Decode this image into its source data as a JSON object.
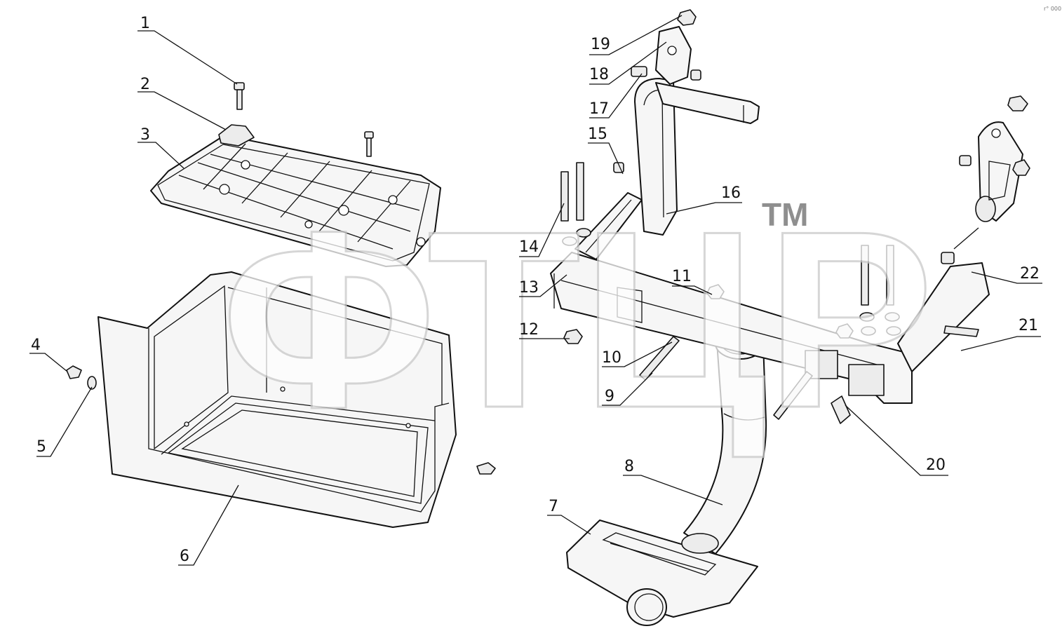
{
  "diagram": {
    "watermark": {
      "text": "ФТЦР",
      "trademark": "TM"
    },
    "corner_mark": "r° 000",
    "callouts": [
      {
        "id": "1",
        "text": "1"
      },
      {
        "id": "2",
        "text": "2"
      },
      {
        "id": "3",
        "text": "3"
      },
      {
        "id": "4",
        "text": "4"
      },
      {
        "id": "5",
        "text": "5"
      },
      {
        "id": "6",
        "text": "6"
      },
      {
        "id": "7",
        "text": "7"
      },
      {
        "id": "8",
        "text": "8"
      },
      {
        "id": "9",
        "text": "9"
      },
      {
        "id": "10",
        "text": "10"
      },
      {
        "id": "11",
        "text": "11"
      },
      {
        "id": "12",
        "text": "12"
      },
      {
        "id": "13",
        "text": "13"
      },
      {
        "id": "14",
        "text": "14"
      },
      {
        "id": "15",
        "text": "15"
      },
      {
        "id": "16",
        "text": "16"
      },
      {
        "id": "17",
        "text": "17"
      },
      {
        "id": "18",
        "text": "18"
      },
      {
        "id": "19",
        "text": "19"
      },
      {
        "id": "20",
        "text": "20"
      },
      {
        "id": "21",
        "text": "21"
      },
      {
        "id": "22",
        "text": "22"
      }
    ]
  }
}
